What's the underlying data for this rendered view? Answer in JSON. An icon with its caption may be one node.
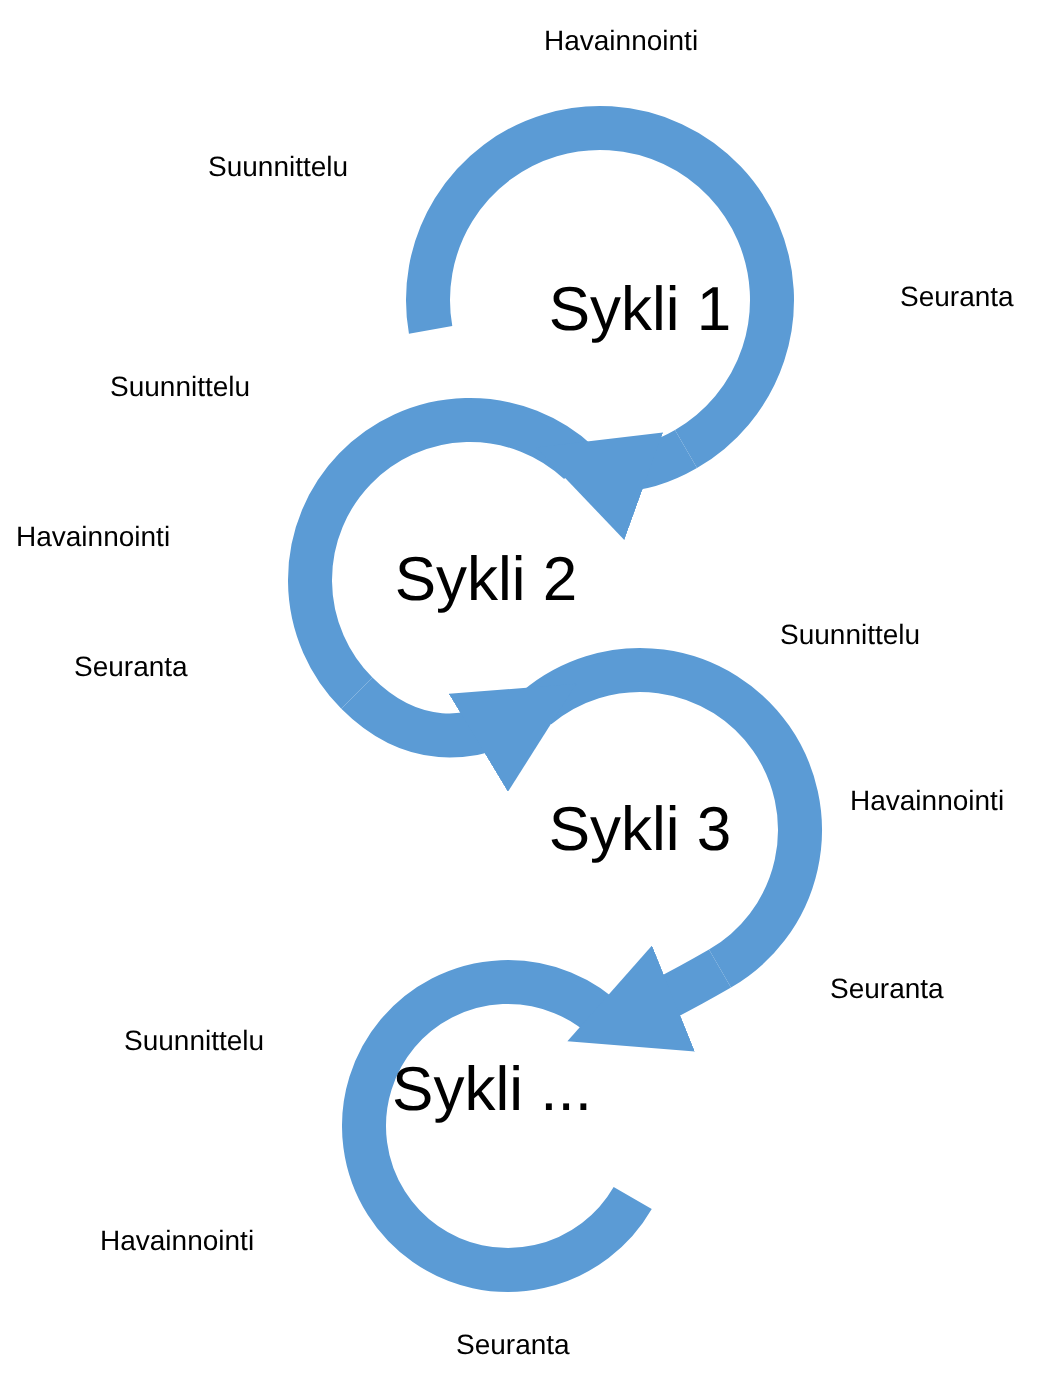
{
  "diagram": {
    "nodes": [
      {
        "text": [
          "Sykli 1"
        ],
        "beside": [
          "Havainnointi",
          "Suunnittelu",
          "Seuranta"
        ]
      },
      {
        "text": [
          "Sykli 2"
        ],
        "beside": [
          "Suunnittelu",
          "Havainnointi",
          "Seuranta"
        ]
      },
      {
        "text": [
          "Sykli 3"
        ],
        "beside": [
          "Suunnittelu",
          "Havainnointi",
          "Seuranta"
        ]
      },
      {
        "text": [
          "Sykli ..."
        ],
        "beside": [
          "Suunnittelu",
          "Havainnointi",
          "Seuranta"
        ]
      }
    ],
    "edges": [
      {
        "from": 0,
        "to": 1,
        "arrow": "to"
      },
      {
        "from": 1,
        "to": 2,
        "arrow": "to"
      },
      {
        "from": 2,
        "to": 3,
        "arrow": "to"
      }
    ]
  }
}
